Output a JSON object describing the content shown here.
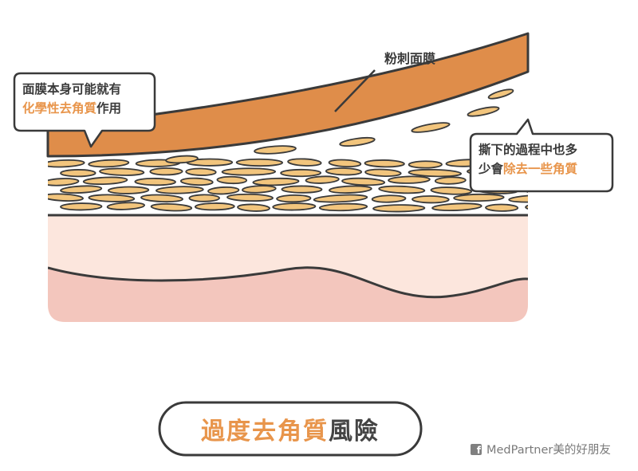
{
  "labels": {
    "peel_mask": "粉刺面膜"
  },
  "callout_left": {
    "line1": "面膜本身可能就有",
    "line2_highlight": "化學性去角質",
    "line2_rest": "作用"
  },
  "callout_right": {
    "line1": "撕下的過程中也多",
    "line2_prefix": "少會",
    "line2_highlight": "除去一些角質"
  },
  "title": {
    "highlight": "過度去角質",
    "rest": "風險"
  },
  "credit": {
    "icon": "facebook-icon",
    "icon_glyph": "f",
    "text": "MedPartner美的好朋友"
  },
  "colors": {
    "accent": "#e8954b",
    "mask": "#df8d4a",
    "corneocyte": "#f2c57d",
    "epidermis": "#fce6dd",
    "dermis": "#f3c6bd",
    "outline": "#3a3a3a"
  }
}
